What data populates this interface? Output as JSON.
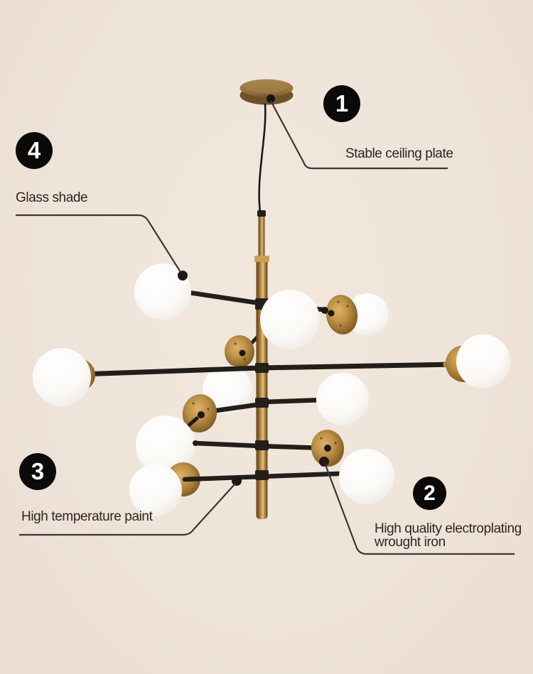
{
  "colors": {
    "background": "#efe4da",
    "badge": "#0b0a09",
    "badge_number": "#ffffff",
    "label_text": "#2b2622",
    "leader_line": "#3c3731",
    "brass_gold": "#b08a44",
    "arm_black": "#221e1a",
    "glass_white": "#ffffff"
  },
  "annotations": [
    {
      "number": "1",
      "label": "Stable ceiling plate"
    },
    {
      "number": "2",
      "label": "High quality electroplating wrought iron"
    },
    {
      "number": "3",
      "label": "High temperature paint"
    },
    {
      "number": "4",
      "label": "Glass shade"
    }
  ]
}
